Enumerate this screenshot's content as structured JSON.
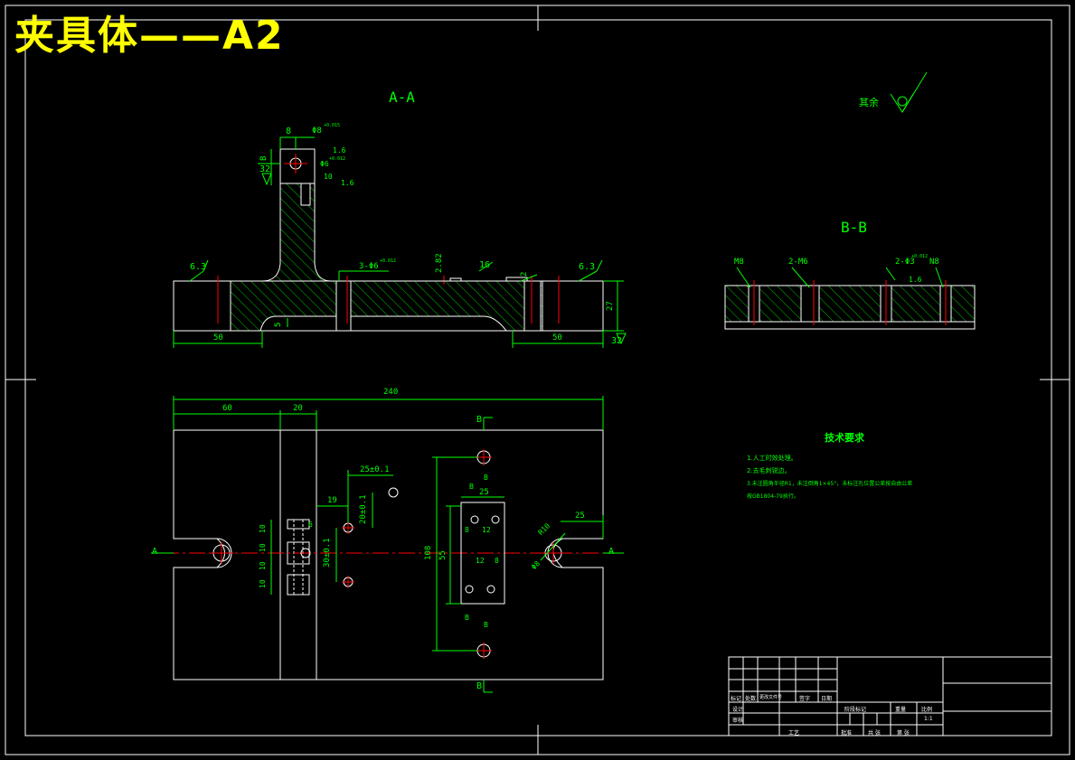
{
  "title": "夹具体——A2",
  "views": {
    "section_aa": "A-A",
    "section_bb": "B-B",
    "roughness_note": "其余"
  },
  "dims_aa": {
    "d8": "8",
    "phi8": "Φ8",
    "tol_phi8": "+0.015",
    "d_16a": "1.6",
    "d_b": "B",
    "d32": "32",
    "phi6": "Φ6",
    "tol_phi6": "+0.012",
    "d10": "10",
    "d_16b": "1.6",
    "r63_left": "6.3",
    "holes": "3-Φ6",
    "tol_holes": "+0.012",
    "d282": "2.82",
    "d16": "16",
    "d2": "2",
    "r63_right": "6.3",
    "d50_left": "50",
    "d5": "5",
    "d50_right": "50",
    "d27": "27",
    "d32_right": "32"
  },
  "dims_bb": {
    "m8_left": "M8",
    "m6": "2-M6",
    "phi": "2-Φ3",
    "tol": "+0.012",
    "n8": "N8",
    "r16": "1.6"
  },
  "dims_plan": {
    "d240": "240",
    "d60": "60",
    "d20": "20",
    "marker_a_left": "A",
    "marker_a_right": "A",
    "marker_b_top": "B",
    "marker_b_bottom": "B",
    "d25_top": "25±0.1",
    "d19": "19",
    "d20_v": "20±0.1",
    "d30": "30±0.1",
    "d10a": "10",
    "d10b": "10",
    "d10c": "10",
    "d10d": "10",
    "d6": "6",
    "d108": "108",
    "d55": "55",
    "d25": "25",
    "d8a": "8",
    "d12a": "12",
    "d12b": "12",
    "d8b": "8",
    "b_small_1": "B",
    "b_small_2": "B",
    "b_small_3": "B",
    "b_small_4": "B",
    "d25_right": "25",
    "r10": "R10",
    "phi8": "Φ8"
  },
  "tech_req": {
    "heading": "技术要求",
    "items": [
      "1.人工时效处理。",
      "2.去毛刺锐边。",
      "3.未注圆角半径R1，未注倒角1×45°，未标注孔位置公差按自由公差",
      "按GB1804-79执行。"
    ]
  },
  "title_block": {
    "row1": [
      "标记",
      "处数",
      "更改文件号",
      "签字",
      "日期"
    ],
    "row2": [
      "设计",
      "",
      "",
      "",
      ""
    ],
    "row3": [
      "审核",
      "",
      "",
      "",
      ""
    ],
    "process": "工艺",
    "approve": "批准",
    "stage_mark": "阶段标记",
    "weight": "重量",
    "scale": "比例",
    "scale_value": "1:1",
    "sheets": "共 张",
    "sheet_no": "第 张"
  },
  "colors": {
    "line": "#ffffff",
    "dimension": "#00ff00",
    "center": "#ff0000",
    "hatch": "#00ff00",
    "title": "#ffff00"
  }
}
